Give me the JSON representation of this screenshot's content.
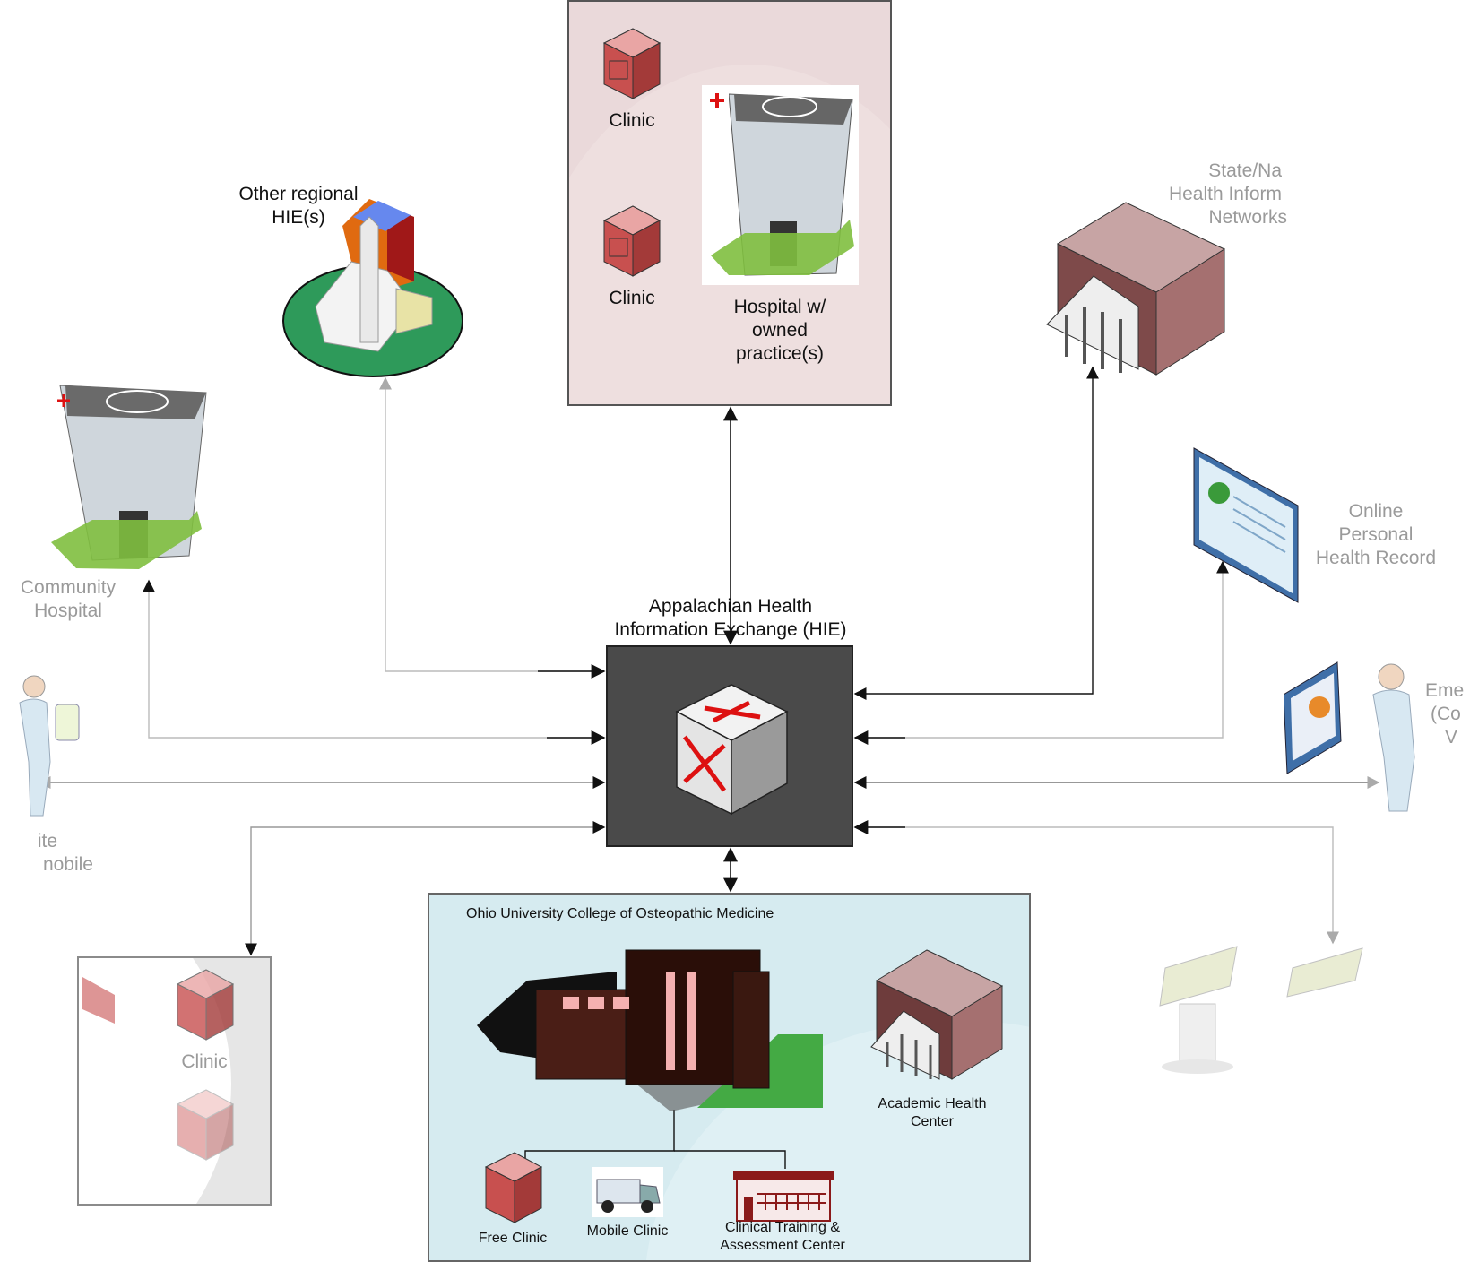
{
  "hub": {
    "title_line1": "Appalachian Health",
    "title_line2": "Information Exchange (HIE)"
  },
  "top_box": {
    "clinic1": "Clinic",
    "clinic2": "Clinic",
    "hospital_line1": "Hospital w/",
    "hospital_line2": "owned",
    "hospital_line3": "practice(s)"
  },
  "nodes": {
    "other_hie_line1": "Other regional",
    "other_hie_line2": "HIE(s)",
    "state_line1": "State/Na",
    "state_line2": "Health Inform",
    "state_line3": "Networks",
    "community_line1": "Community",
    "community_line2": "Hospital",
    "phr_line1": "Online",
    "phr_line2": "Personal",
    "phr_line3": "Health Record",
    "remote_line1": "ite",
    "remote_line2": "nobile",
    "emergency_line1": "Eme",
    "emergency_line2": "(Co",
    "emergency_line3": "V"
  },
  "left_box": {
    "clinic": "Clinic"
  },
  "bottom_box": {
    "title": "Ohio University College of Osteopathic Medicine",
    "academic_line1": "Academic Health",
    "academic_line2": "Center",
    "free_clinic": "Free Clinic",
    "mobile_clinic": "Mobile Clinic",
    "training_line1": "Clinical Training &",
    "training_line2": "Assessment Center"
  },
  "colors": {
    "clinic_red": "#c8504f",
    "hub_gray": "#4a4a4a",
    "top_box_fill": "#ead9da",
    "bottom_box_fill": "#d6ebf0"
  }
}
